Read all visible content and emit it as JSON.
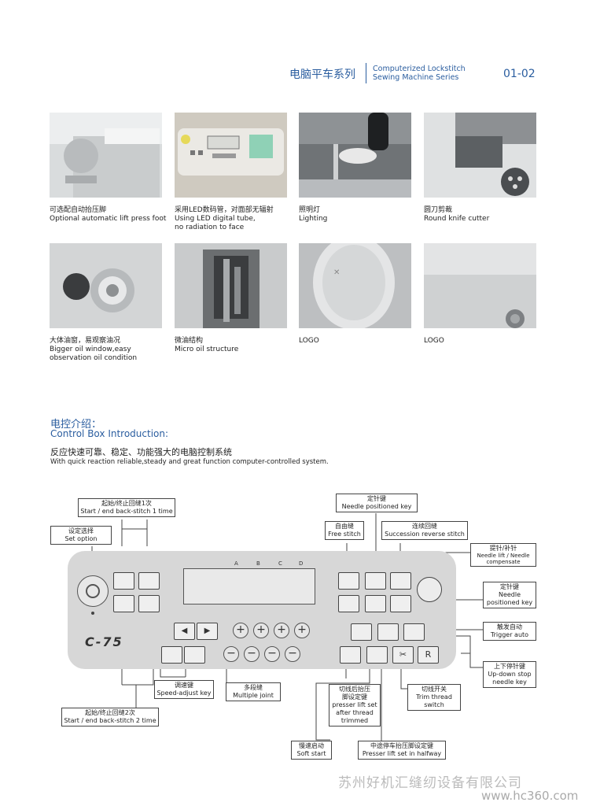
{
  "header": {
    "title_cn": "电脑平车系列",
    "title_en_line1": "Computerized Lockstitch",
    "title_en_line2": "Sewing Machine Series",
    "page_number": "01-02"
  },
  "features": [
    {
      "cn": "可选配自动抬压脚",
      "en1": "Optional automatic lift press foot",
      "en2": ""
    },
    {
      "cn": "采用LED数码管，对面部无辐射",
      "en1": "Using LED digital tube,",
      "en2": "no radiation to face"
    },
    {
      "cn": "照明灯",
      "en1": "Lighting",
      "en2": ""
    },
    {
      "cn": "圆刀剪裁",
      "en1": "Round knife cutter",
      "en2": ""
    },
    {
      "cn": "大体油窗，易观察油况",
      "en1": "Bigger oil window,easy",
      "en2": "observation oil condition"
    },
    {
      "cn": "微油结构",
      "en1": "Micro oil structure",
      "en2": ""
    },
    {
      "cn": "LOGO",
      "en1": "",
      "en2": ""
    },
    {
      "cn": "LOGO",
      "en1": "",
      "en2": ""
    }
  ],
  "control_section": {
    "title_cn": "电控介绍：",
    "title_en": "Control Box Introduction:",
    "desc_cn": "反应快速可靠、稳定、功能强大的电脑控制系统",
    "desc_en": "With quick reaction reliable,steady and great function computer-controlled system."
  },
  "panel": {
    "model": "C-75",
    "lcd_columns": [
      "A",
      "B",
      "C",
      "D"
    ],
    "r_key": "R"
  },
  "callouts": {
    "start_end_1": {
      "cn": "起始/终止回缝1次",
      "en": "Start / end back-stitch 1 time"
    },
    "set_option": {
      "cn": "设定选择",
      "en": "Set option"
    },
    "needle_positioned_top": {
      "cn": "定针键",
      "en": "Needle positioned key"
    },
    "free_stitch": {
      "cn": "自由缝",
      "en": "Free stitch"
    },
    "succession_reverse": {
      "cn": "连续回缝",
      "en": "Succession reverse stitch"
    },
    "needle_lift": {
      "cn": "提针/补针",
      "en1": "Needle lift / Needle",
      "en2": "compensate"
    },
    "needle_positioned_right": {
      "cn": "定针键",
      "en1": "Needle",
      "en2": "positioned key"
    },
    "trigger_auto": {
      "cn": "触发自动",
      "en": "Trigger auto"
    },
    "up_down_stop": {
      "cn": "上下停针键",
      "en1": "Up-down stop",
      "en2": "needle key"
    },
    "speed_adjust": {
      "cn": "调速键",
      "en": "Speed-adjust key"
    },
    "multiple_joint": {
      "cn": "多段缝",
      "en": "Multiple joint"
    },
    "presser_after_trim": {
      "cn1": "切线后抬压",
      "cn2": "脚设定键",
      "en1": "presser lift set",
      "en2": "after thread",
      "en3": "trimmed"
    },
    "trim_switch": {
      "cn": "切线开关",
      "en1": "Trim thread",
      "en2": "switch"
    },
    "start_end_2": {
      "cn": "起始/终止回缝2次",
      "en": "Start / end back-stitch 2 time"
    },
    "soft_start": {
      "cn": "慢速启动",
      "en": "Soft start"
    },
    "presser_halfway": {
      "cn": "中途停车抬压脚设定键",
      "en": "Presser lift set in halfway"
    }
  },
  "watermark": {
    "company": "苏州好机汇缝纫设备有限公司",
    "site": "www.hc360.com"
  }
}
